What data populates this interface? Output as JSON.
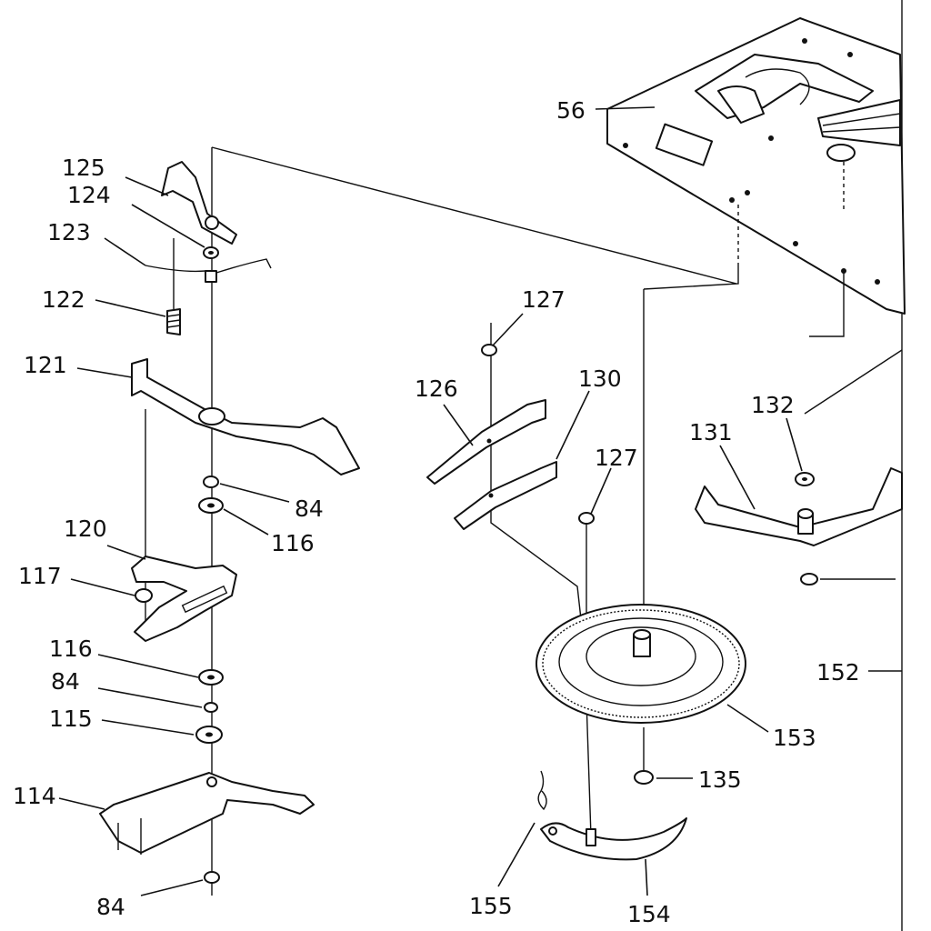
{
  "labels": {
    "p56": "56",
    "p125": "125",
    "p124": "124",
    "p123": "123",
    "p122": "122",
    "p121": "121",
    "p84a": "84",
    "p116a": "116",
    "p120": "120",
    "p117": "117",
    "p116b": "116",
    "p84b": "84",
    "p115": "115",
    "p114": "114",
    "p84c": "84",
    "p127a": "127",
    "p126": "126",
    "p130": "130",
    "p127b": "127",
    "p132": "132",
    "p131": "131",
    "p152": "152",
    "p153": "153",
    "p135": "135",
    "p155": "155",
    "p154": "154"
  }
}
